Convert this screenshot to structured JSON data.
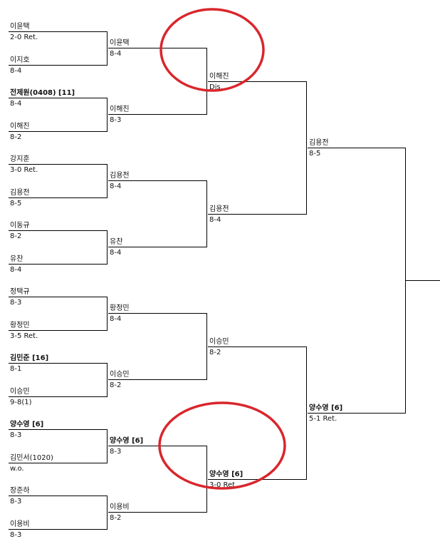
{
  "rounds": {
    "r1": [
      {
        "name": "이윤택",
        "score": "2-0 Ret.",
        "bold": false
      },
      {
        "name": "이지호",
        "score": "8-4",
        "bold": false
      },
      {
        "name": "전제원(0408) [11]",
        "score": "8-4",
        "bold": true
      },
      {
        "name": "이해진",
        "score": "8-2",
        "bold": false
      },
      {
        "name": "강지훈",
        "score": "3-0 Ret.",
        "bold": false
      },
      {
        "name": "김용전",
        "score": "8-5",
        "bold": false
      },
      {
        "name": "이동규",
        "score": "8-2",
        "bold": false
      },
      {
        "name": "유찬",
        "score": "8-4",
        "bold": false
      },
      {
        "name": "정택규",
        "score": "8-3",
        "bold": false
      },
      {
        "name": "황정민",
        "score": "3-5 Ret.",
        "bold": false
      },
      {
        "name": "김민준 [16]",
        "score": "8-1",
        "bold": true
      },
      {
        "name": "이승민",
        "score": "9-8(1)",
        "bold": false
      },
      {
        "name": "양수영 [6]",
        "score": "8-3",
        "bold": true
      },
      {
        "name": "김민서(1020)",
        "score": "w.o.",
        "bold": false
      },
      {
        "name": "장준하",
        "score": "8-3",
        "bold": false
      },
      {
        "name": "이용비",
        "score": "8-3",
        "bold": false
      }
    ],
    "r2": [
      {
        "name": "이윤택",
        "score": "8-4",
        "bold": false
      },
      {
        "name": "이해진",
        "score": "8-3",
        "bold": false
      },
      {
        "name": "김용전",
        "score": "8-4",
        "bold": false
      },
      {
        "name": "유찬",
        "score": "8-4",
        "bold": false
      },
      {
        "name": "황정민",
        "score": "8-4",
        "bold": false
      },
      {
        "name": "이승민",
        "score": "8-2",
        "bold": false
      },
      {
        "name": "양수영 [6]",
        "score": "8-3",
        "bold": true
      },
      {
        "name": "이용비",
        "score": "8-2",
        "bold": false
      }
    ],
    "r3": [
      {
        "name": "이해진",
        "score": "Dis.",
        "bold": false
      },
      {
        "name": "김용전",
        "score": "8-4",
        "bold": false
      },
      {
        "name": "이승민",
        "score": "8-2",
        "bold": false
      },
      {
        "name": "양수영 [6]",
        "score": "3-0 Ret.",
        "bold": true
      }
    ],
    "r4": [
      {
        "name": "김용전",
        "score": "8-5",
        "bold": false
      },
      {
        "name": "양수영 [6]",
        "score": "5-1 Ret.",
        "bold": true
      }
    ]
  },
  "highlight_color": "#d9262c"
}
